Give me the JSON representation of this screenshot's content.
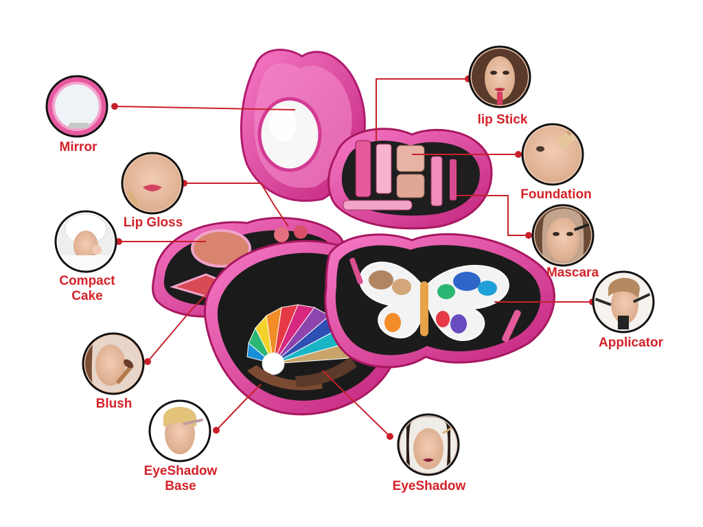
{
  "colors": {
    "label": "#d42128",
    "leader_line": "#c8202a",
    "case_pink": "#d8318f",
    "case_light": "#f05cb6",
    "tray_black": "#1b1b1b"
  },
  "callouts": {
    "mirror": {
      "text": "Mirror",
      "icon": "mirror-icon"
    },
    "lip_gloss": {
      "text": "Lip Gloss",
      "icon": "lip-gloss-face-icon"
    },
    "compact_cake": {
      "line1": "Compact",
      "line2": "Cake",
      "icon": "compact-cake-face-icon"
    },
    "blush": {
      "text": "Blush",
      "icon": "blush-face-icon"
    },
    "eyeshadow_base": {
      "line1": "EyeShadow",
      "line2": "Base",
      "icon": "eyeshadow-base-face-icon"
    },
    "eyeshadow": {
      "text": "EyeShadow",
      "icon": "eyeshadow-face-icon"
    },
    "applicator": {
      "text": "Applicator",
      "icon": "applicator-face-icon"
    },
    "mascara": {
      "text": "Mascara",
      "icon": "mascara-face-icon"
    },
    "foundation": {
      "text": "Foundation",
      "icon": "foundation-face-icon"
    },
    "lip_stick": {
      "text": "lip Stick",
      "icon": "lipstick-face-icon"
    }
  }
}
